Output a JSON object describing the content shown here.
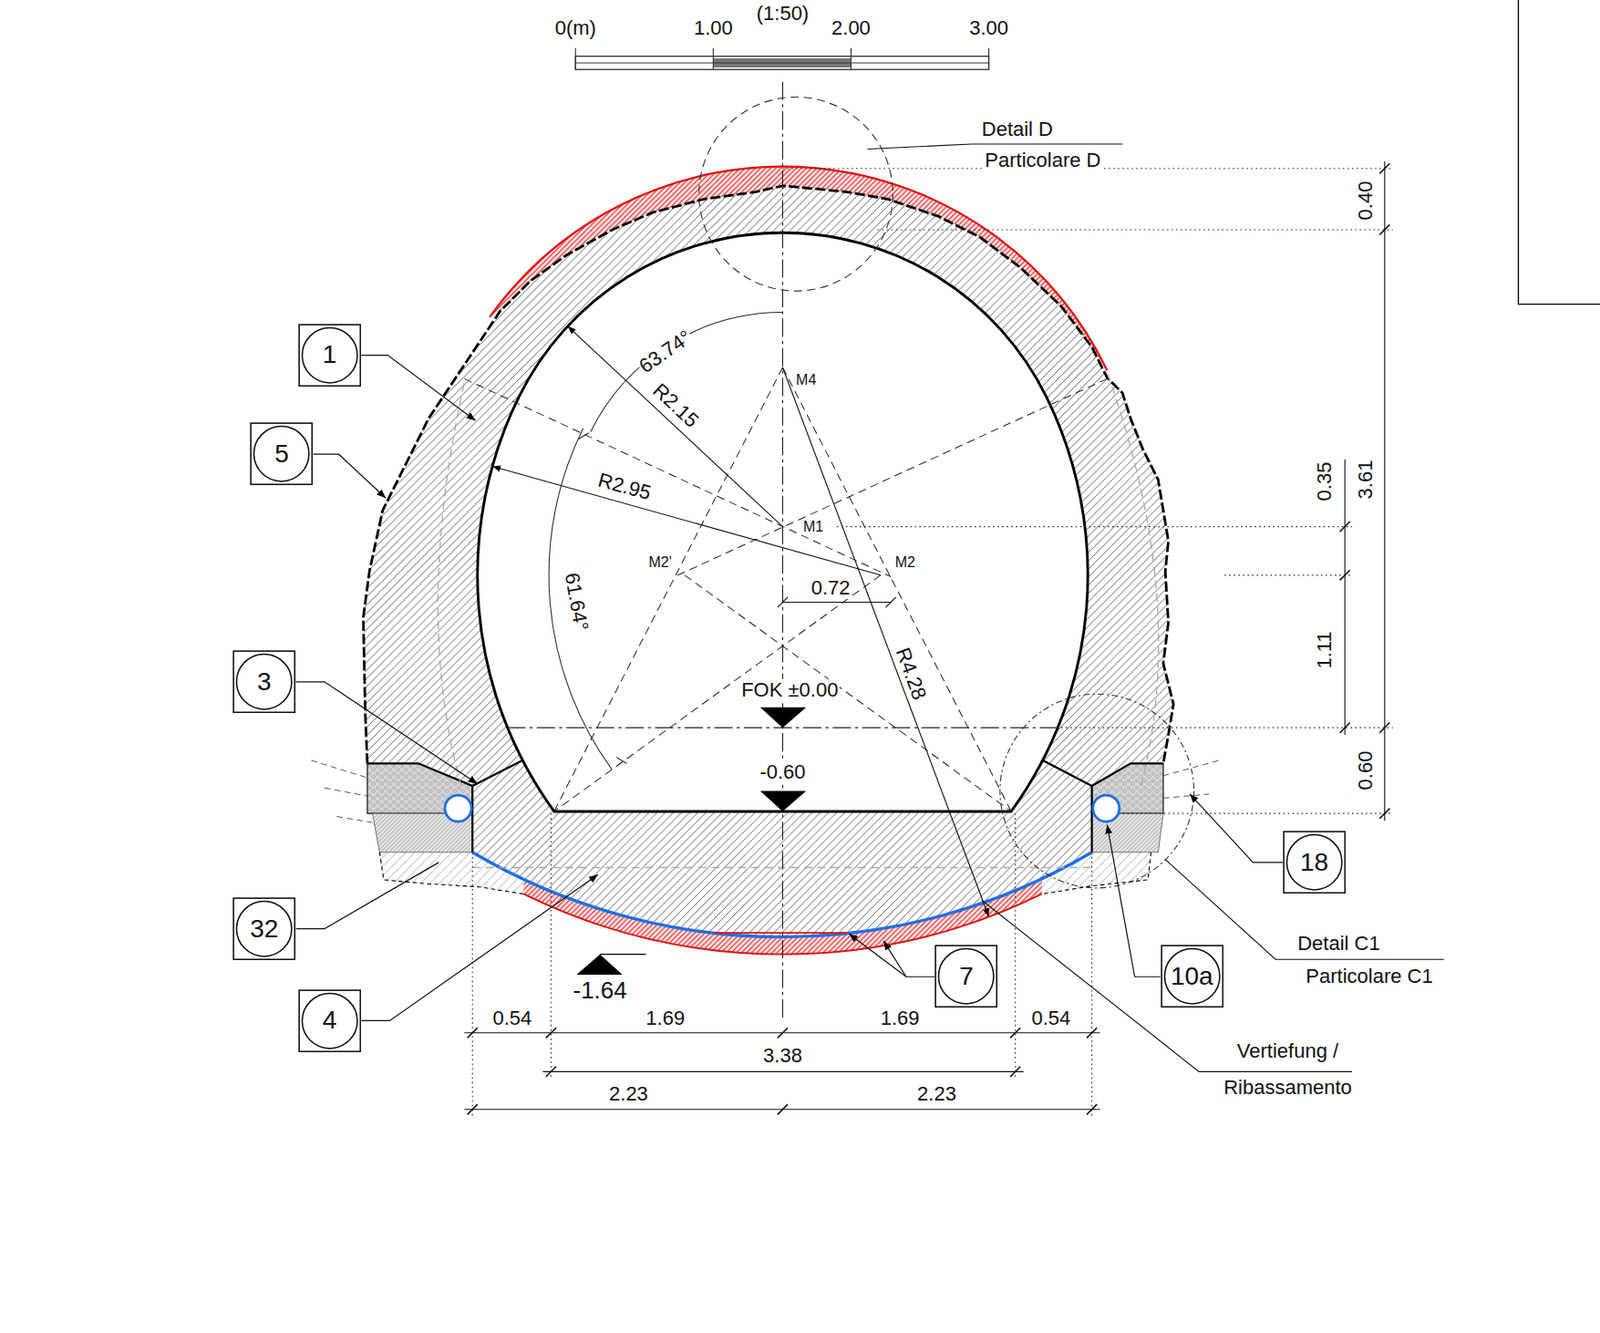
{
  "diagram": {
    "nodes": [
      {
        "text": [
          "1"
        ]
      },
      {
        "text": [
          "5"
        ]
      },
      {
        "text": [
          "3"
        ]
      },
      {
        "text": [
          "18"
        ]
      },
      {
        "text": [
          "32"
        ]
      },
      {
        "text": [
          "7"
        ]
      },
      {
        "text": [
          "10a"
        ]
      },
      {
        "text": [
          "4"
        ]
      }
    ],
    "labels": [
      "(1:50)",
      "0(m)",
      "1.00",
      "2.00",
      "3.00",
      "Detail D",
      "Particolare D",
      "0.40",
      "63.74°",
      "M4",
      "R2.15",
      "R2.95",
      "0.35",
      "3.61",
      "M1",
      "M2'",
      "M2",
      "0.72",
      "61.64°",
      "1.11",
      "R4.28",
      "FOK ±0.00",
      "-0.60",
      "0.60",
      "Detail C1",
      "Particolare C1",
      "-1.64",
      "0.54",
      "1.69",
      "1.69",
      "0.54",
      "Vertiefung /",
      "3.38",
      "Ribassamento",
      "2.23",
      "2.23"
    ]
  }
}
